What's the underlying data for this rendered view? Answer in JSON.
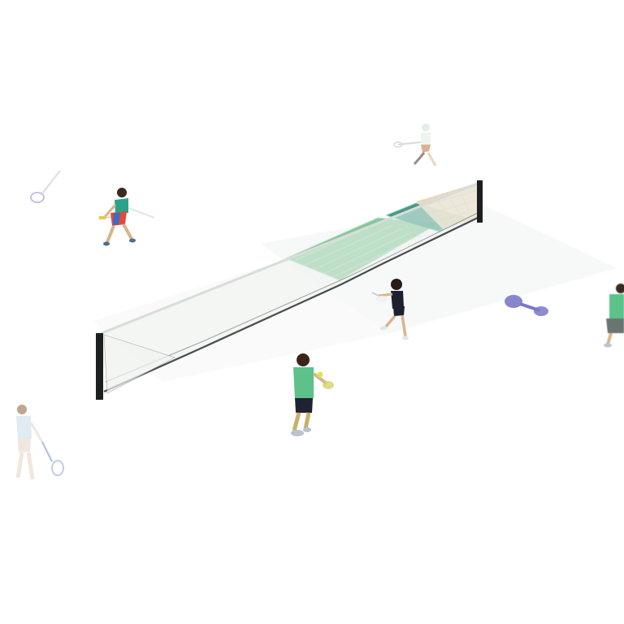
{
  "scene": {
    "description_tags": [
      "tennis-players",
      "tennis-net",
      "tennis-rackets"
    ],
    "colors": {
      "background": "#ffffff",
      "court_green": "#6fbf8a",
      "court_teal": "#2e8f7a",
      "net_dark": "#1b1f1f",
      "net_mesh": "#d9c7a6",
      "shirt_green": "#5cc28a",
      "racket_purple": "#7b78c8"
    }
  }
}
